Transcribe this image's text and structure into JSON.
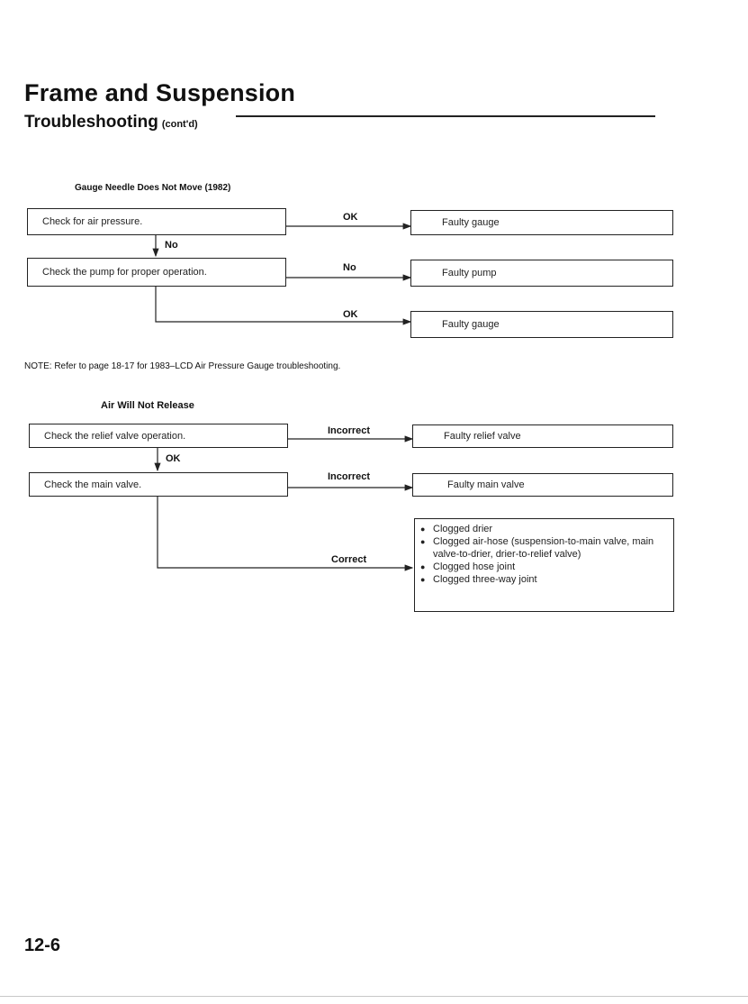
{
  "header": {
    "title": "Frame and Suspension",
    "subtitle": "Troubleshooting",
    "subtitle_suffix": "(cont'd)"
  },
  "section1": {
    "title": "Gauge Needle Does Not Move (1982)",
    "step1": "Check for air pressure.",
    "step1_ok": "OK",
    "result1": "Faulty gauge",
    "step1_no": "No",
    "step2": "Check the pump for proper operation.",
    "step2_no": "No",
    "result2": "Faulty pump",
    "step2_ok": "OK",
    "result3": "Faulty gauge"
  },
  "note": "NOTE: Refer to page 18-17 for 1983–LCD Air Pressure Gauge troubleshooting.",
  "section2": {
    "title": "Air Will Not Release",
    "step1": "Check the relief valve operation.",
    "step1_incorrect": "Incorrect",
    "result1": "Faulty relief valve",
    "step1_ok": "OK",
    "step2": "Check the main valve.",
    "step2_incorrect": "Incorrect",
    "result2": "Faulty main valve",
    "step2_correct": "Correct",
    "causes": [
      "Clogged drier",
      "Clogged air-hose (suspension-to-main valve, main valve-to-drier, drier-to-relief valve)",
      "Clogged hose joint",
      "Clogged three-way joint"
    ]
  },
  "page_number": "12-6"
}
